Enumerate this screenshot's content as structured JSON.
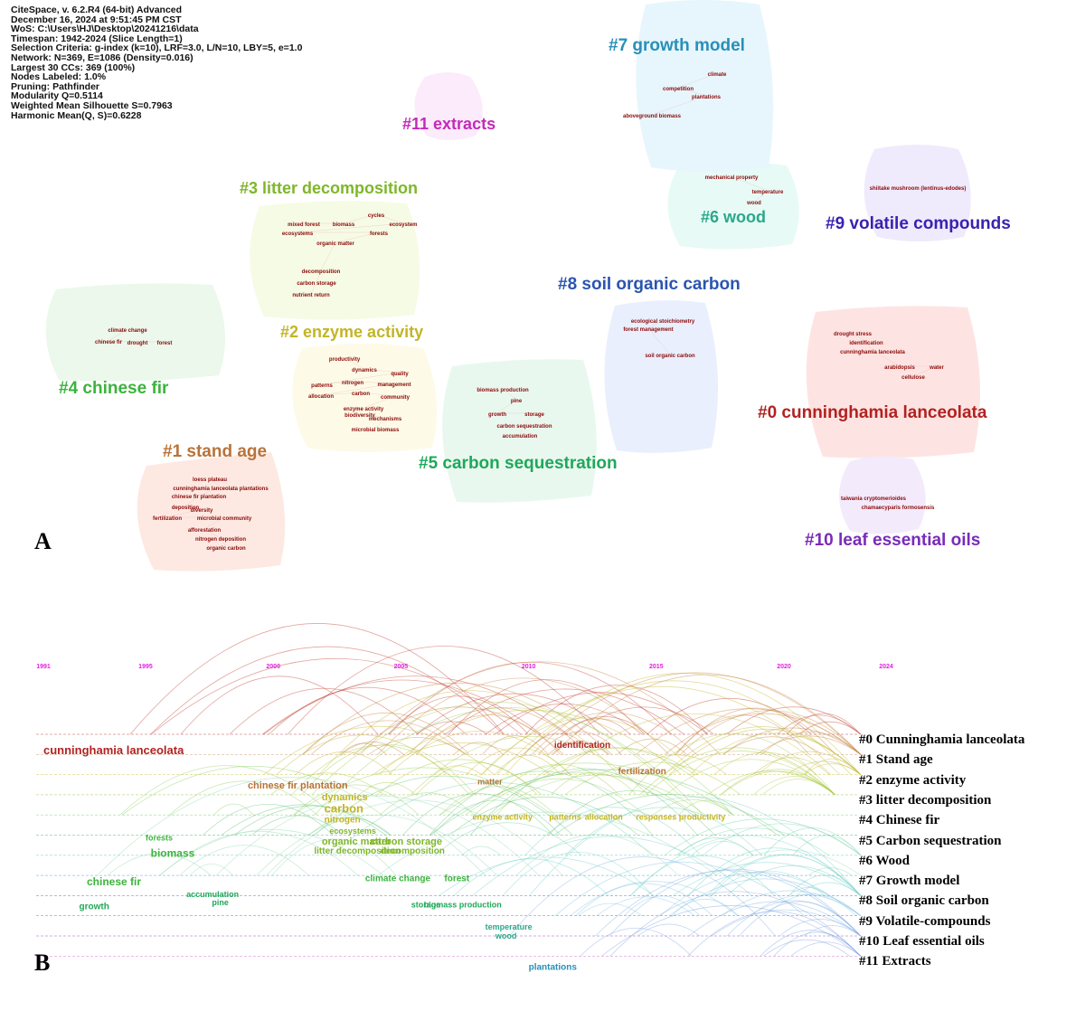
{
  "header_info": [
    "CiteSpace, v. 6.2.R4 (64-bit) Advanced",
    "December 16, 2024 at 9:51:45 PM CST",
    "WoS: C:\\Users\\HJ\\Desktop\\20241216\\data",
    "Timespan: 1942-2024 (Slice Length=1)",
    "Selection Criteria: g-index (k=10), LRF=3.0, L/N=10, LBY=5, e=1.0",
    "Network: N=369, E=1086 (Density=0.016)",
    "Largest 30 CCs: 369 (100%)",
    "Nodes Labeled: 1.0%",
    "Pruning: Pathfinder",
    "Modularity Q=0.5114",
    "Weighted Mean Silhouette S=0.7963",
    "Harmonic Mean(Q, S)=0.6228"
  ],
  "panel_labels": {
    "a": "A",
    "b": "B"
  },
  "clusters": [
    {
      "id": 0,
      "label": "#0 cunninghamia lanceolata",
      "color": "#b22222",
      "blob": "#fde3e0",
      "keywords": [
        "drought stress",
        "identification",
        "cunninghamia lanceolata",
        "arabidopsis",
        "water",
        "cellulose"
      ]
    },
    {
      "id": 1,
      "label": "#1 stand age",
      "color": "#b8733a",
      "blob": "#fde8e0",
      "keywords": [
        "loess plateau",
        "cunninghamia lanceolata plantations",
        "chinese fir plantation",
        "deposition",
        "diversity",
        "fertilization",
        "microbial community",
        "afforestation",
        "nitrogen deposition",
        "organic carbon"
      ]
    },
    {
      "id": 2,
      "label": "#2 enzyme activity",
      "color": "#c2b526",
      "blob": "#fdfbe6",
      "keywords": [
        "productivity",
        "dynamics",
        "quality",
        "patterns",
        "nitrogen",
        "management",
        "allocation",
        "carbon",
        "community",
        "enzyme activity",
        "biodiversity",
        "mechanisms",
        "microbial biomass"
      ]
    },
    {
      "id": 3,
      "label": "#3 litter decomposition",
      "color": "#7fb62a",
      "blob": "#f6fbe4",
      "keywords": [
        "mixed forest",
        "biomass",
        "cycles",
        "ecosystem",
        "ecosystems",
        "forests",
        "organic matter",
        "decomposition",
        "carbon storage",
        "nutrient return"
      ]
    },
    {
      "id": 4,
      "label": "#4 chinese fir",
      "color": "#3cb33c",
      "blob": "#eaf8ea",
      "keywords": [
        "climate change",
        "chinese fir",
        "drought",
        "forest"
      ]
    },
    {
      "id": 5,
      "label": "#5 carbon sequestration",
      "color": "#1fa85a",
      "blob": "#e8f8ee",
      "keywords": [
        "biomass production",
        "pine",
        "growth",
        "storage",
        "carbon sequestration",
        "accumulation"
      ]
    },
    {
      "id": 6,
      "label": "#6 wood",
      "color": "#2aa88a",
      "blob": "#e6faf6",
      "keywords": [
        "mechanical property",
        "temperature",
        "wood"
      ]
    },
    {
      "id": 7,
      "label": "#7 growth model",
      "color": "#2a8fb8",
      "blob": "#e6f6fc",
      "keywords": [
        "climate",
        "competition",
        "plantations",
        "aboveground biomass"
      ]
    },
    {
      "id": 8,
      "label": "#8 soil organic carbon",
      "color": "#2a55b0",
      "blob": "#e8eefc",
      "keywords": [
        "ecological stoichiometry",
        "forest management",
        "soil organic carbon"
      ]
    },
    {
      "id": 9,
      "label": "#9 volatile compounds",
      "color": "#3a22b0",
      "blob": "#eeeafc",
      "keywords": [
        "shiitake mushroom (lentinus-edodes)"
      ]
    },
    {
      "id": 10,
      "label": "#10 leaf essential oils",
      "color": "#7a2ab8",
      "blob": "#f2eafc",
      "keywords": [
        "taiwania cryptomerioides",
        "chamaecyparis formosensis"
      ]
    },
    {
      "id": 11,
      "label": "#11 extracts",
      "color": "#c42ab8",
      "blob": "#fceafa",
      "keywords": []
    }
  ],
  "timeline": {
    "years": [
      1991,
      1995,
      2000,
      2005,
      2010,
      2015,
      2020,
      2024
    ],
    "year_color": "#e020e0",
    "cluster_labels": [
      "#0 Cunninghamia lanceolata",
      "#1 Stand age",
      "#2 enzyme activity",
      "#3 litter decomposition",
      "#4 Chinese fir",
      "#5 Carbon sequestration",
      "#6 Wood",
      "#7 Growth model",
      "#8 Soil organic carbon",
      "#9 Volatile-compounds",
      "#10 Leaf essential oils",
      "#11 Extracts"
    ],
    "keywords": [
      {
        "text": "cunninghamia lanceolata",
        "year": 1991.0,
        "row": 0.8,
        "color": "#b22222",
        "size": 13
      },
      {
        "text": "identification",
        "year": 2011.0,
        "row": 0.5,
        "color": "#b22222",
        "size": 10
      },
      {
        "text": "fertilization",
        "year": 2013.5,
        "row": 1.8,
        "color": "#b8733a",
        "size": 10
      },
      {
        "text": "matter",
        "year": 2008.0,
        "row": 2.3,
        "color": "#b8733a",
        "size": 9
      },
      {
        "text": "chinese fir plantation",
        "year": 1999.0,
        "row": 2.5,
        "color": "#b8733a",
        "size": 11
      },
      {
        "text": "dynamics",
        "year": 2001.9,
        "row": 3.1,
        "color": "#c2b526",
        "size": 11
      },
      {
        "text": "carbon",
        "year": 2002.0,
        "row": 3.7,
        "color": "#c2b526",
        "size": 13
      },
      {
        "text": "nitrogen",
        "year": 2002.0,
        "row": 4.2,
        "color": "#c2b526",
        "size": 10
      },
      {
        "text": "enzyme activity",
        "year": 2007.8,
        "row": 4.05,
        "color": "#c2b526",
        "size": 9
      },
      {
        "text": "patterns",
        "year": 2010.8,
        "row": 4.05,
        "color": "#c2b526",
        "size": 9
      },
      {
        "text": "allocation",
        "year": 2012.2,
        "row": 4.05,
        "color": "#c2b526",
        "size": 9
      },
      {
        "text": "responses productivity",
        "year": 2014.2,
        "row": 4.05,
        "color": "#c2b526",
        "size": 9
      },
      {
        "text": "ecosystems",
        "year": 2002.2,
        "row": 4.75,
        "color": "#7fb62a",
        "size": 9
      },
      {
        "text": "organic matter",
        "year": 2001.9,
        "row": 5.3,
        "color": "#7fb62a",
        "size": 11
      },
      {
        "text": "carbon storage",
        "year": 2003.8,
        "row": 5.3,
        "color": "#7fb62a",
        "size": 11
      },
      {
        "text": "litter decomposition",
        "year": 2001.6,
        "row": 5.75,
        "color": "#7fb62a",
        "size": 10
      },
      {
        "text": "decomposition",
        "year": 2004.2,
        "row": 5.75,
        "color": "#7fb62a",
        "size": 10
      },
      {
        "text": "forests",
        "year": 1995.0,
        "row": 5.1,
        "color": "#3cb33c",
        "size": 9
      },
      {
        "text": "biomass",
        "year": 1995.2,
        "row": 5.9,
        "color": "#3cb33c",
        "size": 12
      },
      {
        "text": "climate change",
        "year": 2003.6,
        "row": 7.1,
        "color": "#3cb33c",
        "size": 10
      },
      {
        "text": "forest",
        "year": 2006.7,
        "row": 7.1,
        "color": "#3cb33c",
        "size": 10
      },
      {
        "text": "chinese fir",
        "year": 1992.7,
        "row": 7.3,
        "color": "#3cb33c",
        "size": 12
      },
      {
        "text": "accumulation",
        "year": 1996.6,
        "row": 7.9,
        "color": "#1fa85a",
        "size": 9
      },
      {
        "text": "pine",
        "year": 1997.6,
        "row": 8.3,
        "color": "#1fa85a",
        "size": 9
      },
      {
        "text": "growth",
        "year": 1992.4,
        "row": 8.5,
        "color": "#1fa85a",
        "size": 10
      },
      {
        "text": "biomass production",
        "year": 2005.9,
        "row": 8.4,
        "color": "#1fa85a",
        "size": 9
      },
      {
        "text": "storage",
        "year": 2005.4,
        "row": 8.4,
        "color": "#1fa85a",
        "size": 9
      },
      {
        "text": "temperature",
        "year": 2008.3,
        "row": 9.5,
        "color": "#2aa88a",
        "size": 9
      },
      {
        "text": "wood",
        "year": 2008.7,
        "row": 9.95,
        "color": "#2aa88a",
        "size": 9
      },
      {
        "text": "plantations",
        "year": 2010.0,
        "row": 11.5,
        "color": "#2a8fb8",
        "size": 10
      }
    ]
  }
}
